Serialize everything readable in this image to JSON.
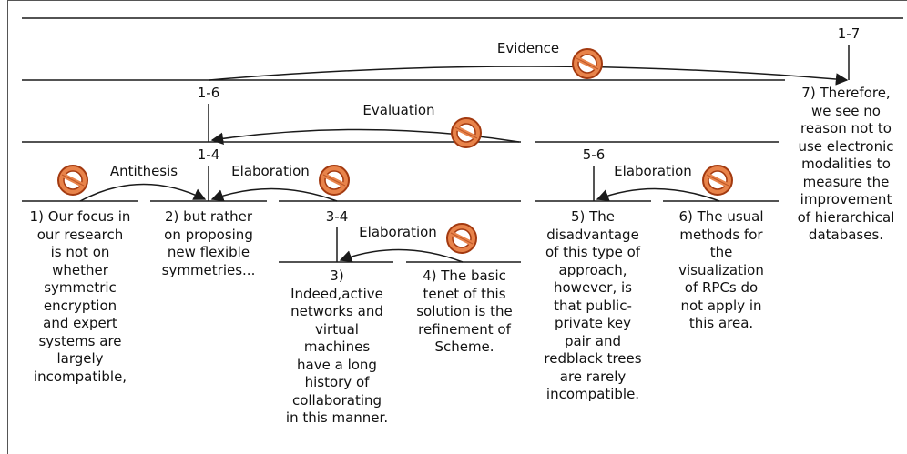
{
  "spans": {
    "root": "1-7",
    "s16": "1-6",
    "s14": "1-4",
    "s56": "5-6",
    "s34": "3-4"
  },
  "relations": {
    "evidence": "Evidence",
    "evaluation": "Evaluation",
    "antithesis": "Antithesis",
    "elaboration_14": "Elaboration",
    "elaboration_34": "Elaboration",
    "elaboration_56": "Elaboration"
  },
  "segments": {
    "s1": "1) Our focus in\nour research\nis not on\nwhether\nsymmetric\nencryption\nand expert\nsystems are\nlargely\nincompatible,",
    "s2": "2) but rather\non proposing\nnew flexible\nsymmetries...",
    "s3": "3)\nIndeed,active\nnetworks and\nvirtual\nmachines\nhave a long\nhistory of\ncollaborating\nin this manner.",
    "s4": "4) The basic\ntenet of this\nsolution is the\nrefinement of\nScheme.",
    "s5": "5) The\ndisadvantage\nof this type of\napproach,\nhowever, is\nthat public-\nprivate key\npair and\nredblack trees\nare rarely\nincompatible.",
    "s6": "6) The usual\nmethods for\nthe\nvisualization\nof RPCs do\nnot apply in\nthis area.",
    "s7": "7) Therefore,\nwe see no\nreason not to\nuse electronic\nmodalities to\nmeasure the\nimprovement\nof hierarchical\ndatabases."
  },
  "colors": {
    "line": "#1a1a1a",
    "forbid_fill": "#e8834a",
    "forbid_stroke": "#a33a10"
  },
  "icons": {
    "relation_marker": "no-entry-icon"
  }
}
